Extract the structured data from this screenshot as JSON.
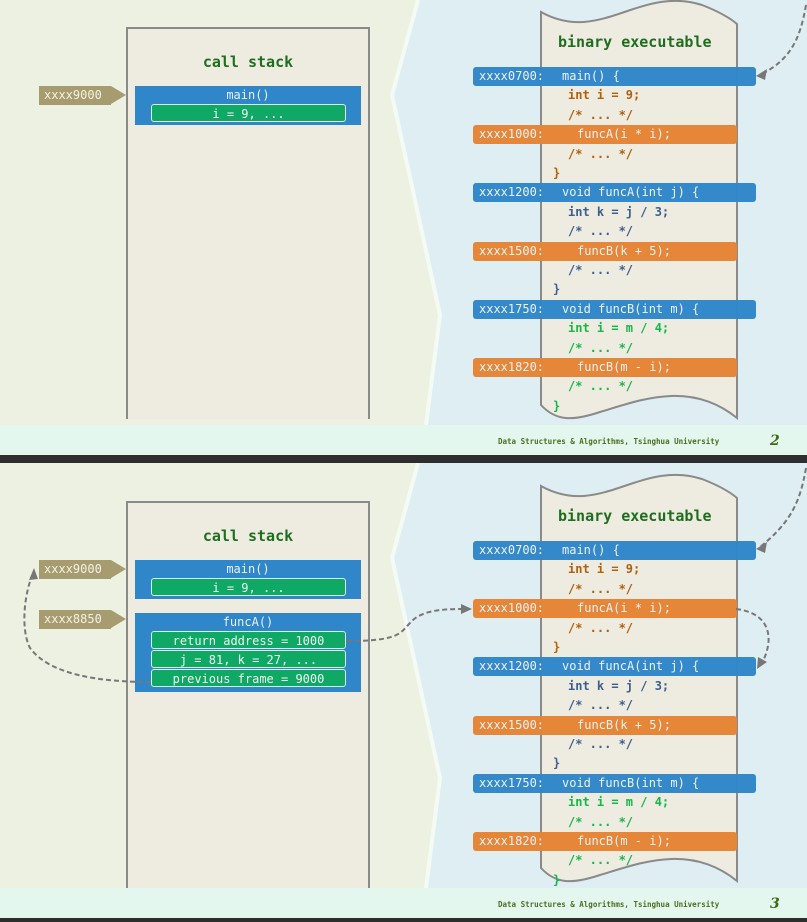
{
  "slides": [
    {
      "page_number": "2",
      "footer": "Data Structures & Algorithms, Tsinghua University",
      "call_stack": {
        "title": "call stack",
        "frames": [
          {
            "address": "xxxx9000",
            "name": "main()",
            "rows": [
              "i = 9, ..."
            ]
          }
        ]
      },
      "executable": {
        "title": "binary executable",
        "lines": [
          {
            "kind": "blue",
            "address": "xxxx0700:",
            "code": "main() {"
          },
          {
            "kind": "main",
            "code": "int i = 9;"
          },
          {
            "kind": "main",
            "code": "/* ... */"
          },
          {
            "kind": "orange",
            "address": "xxxx1000:",
            "code": "funcA(i * i);"
          },
          {
            "kind": "main",
            "code": "/* ... */"
          },
          {
            "kind": "main-close",
            "code": "}"
          },
          {
            "kind": "blue",
            "address": "xxxx1200:",
            "code": "void funcA(int j) {"
          },
          {
            "kind": "funcA",
            "code": "int k = j / 3;"
          },
          {
            "kind": "funcA",
            "code": "/* ... */"
          },
          {
            "kind": "orange",
            "address": "xxxx1500:",
            "code": "funcB(k + 5);"
          },
          {
            "kind": "funcA",
            "code": "/* ... */"
          },
          {
            "kind": "funcA-close",
            "code": "}"
          },
          {
            "kind": "blue",
            "address": "xxxx1750:",
            "code": "void funcB(int m) {"
          },
          {
            "kind": "funcB",
            "code": "int i = m / 4;"
          },
          {
            "kind": "funcB",
            "code": "/* ... */"
          },
          {
            "kind": "orange",
            "address": "xxxx1820:",
            "code": "funcB(m - i);"
          },
          {
            "kind": "funcB",
            "code": "/* ... */"
          },
          {
            "kind": "funcB-close",
            "code": "}"
          }
        ]
      }
    },
    {
      "page_number": "3",
      "footer": "Data Structures & Algorithms, Tsinghua University",
      "call_stack": {
        "title": "call stack",
        "frames": [
          {
            "address": "xxxx9000",
            "name": "main()",
            "rows": [
              "i = 9, ..."
            ]
          },
          {
            "address": "xxxx8850",
            "name": "funcA()",
            "rows": [
              "return address = 1000",
              "j = 81, k = 27, ...",
              "previous frame = 9000"
            ]
          }
        ]
      },
      "executable": {
        "title": "binary executable",
        "lines": [
          {
            "kind": "blue",
            "address": "xxxx0700:",
            "code": "main() {"
          },
          {
            "kind": "main",
            "code": "int i = 9;"
          },
          {
            "kind": "main",
            "code": "/* ... */"
          },
          {
            "kind": "orange",
            "address": "xxxx1000:",
            "code": "funcA(i * i);"
          },
          {
            "kind": "main",
            "code": "/* ... */"
          },
          {
            "kind": "main-close",
            "code": "}"
          },
          {
            "kind": "blue",
            "address": "xxxx1200:",
            "code": "void funcA(int j) {"
          },
          {
            "kind": "funcA",
            "code": "int k = j / 3;"
          },
          {
            "kind": "funcA",
            "code": "/* ... */"
          },
          {
            "kind": "orange",
            "address": "xxxx1500:",
            "code": "funcB(k + 5);"
          },
          {
            "kind": "funcA",
            "code": "/* ... */"
          },
          {
            "kind": "funcA-close",
            "code": "}"
          },
          {
            "kind": "blue",
            "address": "xxxx1750:",
            "code": "void funcB(int m) {"
          },
          {
            "kind": "funcB",
            "code": "int i = m / 4;"
          },
          {
            "kind": "funcB",
            "code": "/* ... */"
          },
          {
            "kind": "orange",
            "address": "xxxx1820:",
            "code": "funcB(m - i);"
          },
          {
            "kind": "funcB",
            "code": "/* ... */"
          },
          {
            "kind": "funcB-close",
            "code": "}"
          }
        ]
      }
    }
  ],
  "colors": {
    "frame_blue": "#2f87c9",
    "row_green": "#0fa865",
    "call_orange": "#e58434",
    "address_tag": "#a69c6f",
    "title_green": "#1f6e1f"
  }
}
